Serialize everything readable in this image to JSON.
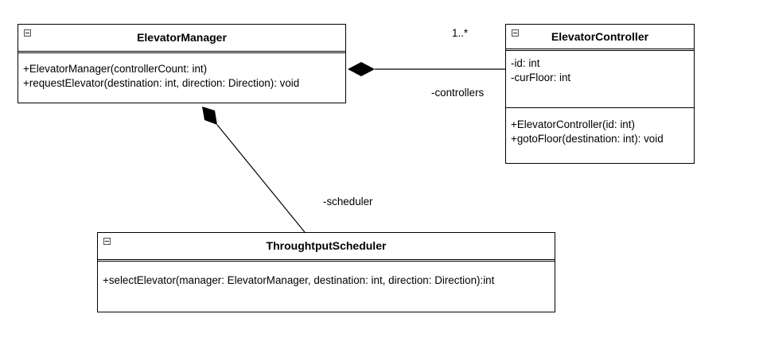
{
  "classes": {
    "manager": {
      "name": "ElevatorManager",
      "attributes": [],
      "operations": [
        "+ElevatorManager(controllerCount: int)",
        "+requestElevator(destination: int, direction: Direction): void"
      ]
    },
    "controller": {
      "name": "ElevatorController",
      "attributes": [
        "-id: int",
        "-curFloor: int"
      ],
      "operations": [
        "+ElevatorController(id: int)",
        "+gotoFloor(destination: int): void"
      ]
    },
    "scheduler": {
      "name": "ThroughtputScheduler",
      "attributes": [],
      "operations": [
        "+selectElevator(manager: ElevatorManager, destination: int, direction: Direction):int"
      ]
    }
  },
  "associations": {
    "controllers": {
      "role": "-controllers",
      "multiplicity": "1..*",
      "kind": "composition"
    },
    "scheduler": {
      "role": "-scheduler",
      "kind": "composition"
    }
  },
  "colors": {
    "line": "#000000",
    "background": "#ffffff"
  }
}
